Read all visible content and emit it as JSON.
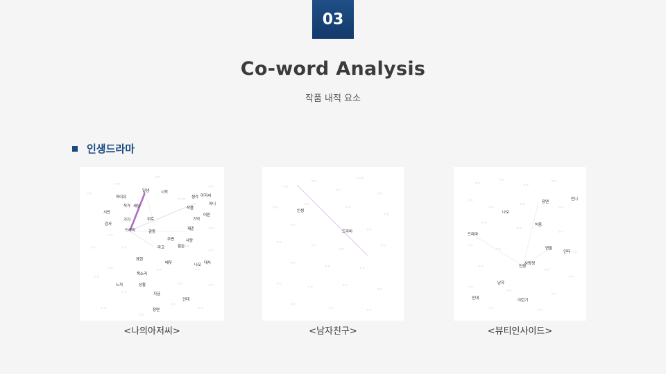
{
  "badge": "03",
  "title": "Co-word Analysis",
  "subtitle": "작품 내적 요소",
  "category": "인생드라마",
  "colors": {
    "accent": "#1b4a80",
    "edge_strong": "#b06cc0"
  },
  "networks": [
    {
      "caption": "<나의아저씨>",
      "labels": [
        "일생",
        "시작",
        "생각",
        "아저씨",
        "아이유",
        "작가",
        "세상",
        "아니",
        "작품",
        "시안",
        "위로",
        "기억",
        "어른",
        "감사",
        "가지",
        "드라마",
        "재준",
        "감동",
        "주변",
        "사랑",
        "라고",
        "힘든",
        "표현",
        "배우",
        "나오",
        "대사",
        "목소리",
        "느끼",
        "상황",
        "지금",
        "인대",
        "장면"
      ]
    },
    {
      "caption": "<남자친구>",
      "labels": [
        "인생",
        "드라마"
      ]
    },
    {
      "caption": "<뷰티인사이드>",
      "labels": [
        "장면",
        "언니",
        "나오",
        "처음",
        "드라마",
        "연들",
        "인타",
        "인생",
        "사랑정",
        "남자",
        "인대",
        "이런기"
      ]
    }
  ]
}
